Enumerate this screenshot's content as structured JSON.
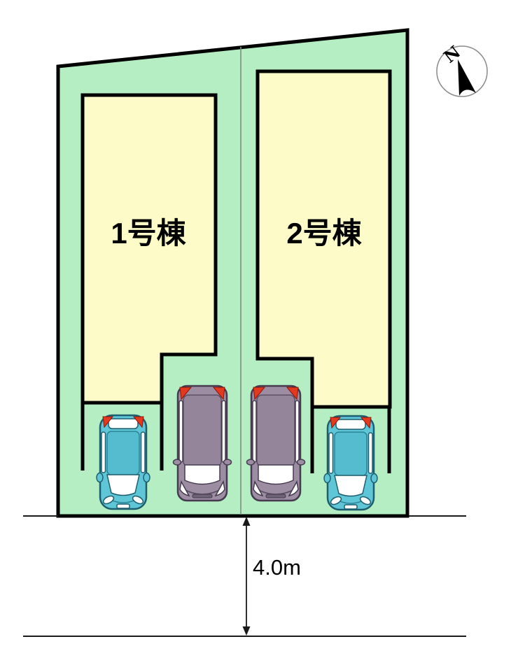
{
  "site_plan": {
    "title": "lot-layout-plan",
    "lot": {
      "fill": "#b5eec2",
      "outline_color": "#000000"
    },
    "buildings": [
      {
        "id": "building-1",
        "label": "1号棟",
        "fill": "#fdfbc8"
      },
      {
        "id": "building-2",
        "label": "2号棟",
        "fill": "#fdfbc8"
      }
    ],
    "road": {
      "width_label": "4.0m"
    },
    "compass": {
      "label": "N"
    },
    "cars": [
      {
        "type": "compact-hatchback",
        "color": "#5fc6d8",
        "position": "lot-1-left-stall"
      },
      {
        "type": "minivan",
        "color": "#9c8da3",
        "position": "lot-1-right-stall"
      },
      {
        "type": "minivan",
        "color": "#9c8da3",
        "position": "lot-2-left-stall"
      },
      {
        "type": "compact-hatchback",
        "color": "#5fc6d8",
        "position": "lot-2-right-stall"
      }
    ]
  }
}
